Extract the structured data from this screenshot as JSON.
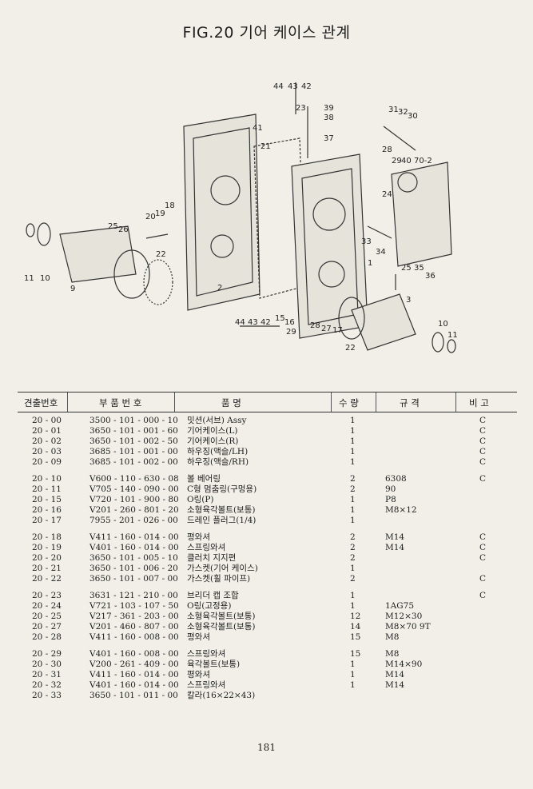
{
  "title": "FIG.20 기어 케이스 관계",
  "page_number": "181",
  "table": {
    "headers": {
      "no": "견출번호",
      "part_no": "부 품 번 호",
      "name": "품 명",
      "qty": "수 량",
      "spec": "규 격",
      "remark": "비 고"
    },
    "groups": [
      [
        {
          "no": "20 - 00",
          "part_no": "3500 - 101 - 000 - 10",
          "name": "밋션(서브) Assy",
          "qty": "1",
          "spec": "",
          "remark": "C"
        },
        {
          "no": "20 - 01",
          "part_no": "3650 - 101 - 001 - 60",
          "name": "기어케이스(L)",
          "qty": "1",
          "spec": "",
          "remark": "C"
        },
        {
          "no": "20 - 02",
          "part_no": "3650 - 101 - 002 - 50",
          "name": "기어케이스(R)",
          "qty": "1",
          "spec": "",
          "remark": "C"
        },
        {
          "no": "20 - 03",
          "part_no": "3685 - 101 - 001 - 00",
          "name": "하우징(액슬/LH)",
          "qty": "1",
          "spec": "",
          "remark": "C"
        },
        {
          "no": "20 - 09",
          "part_no": "3685 - 101 - 002 - 00",
          "name": "하우징(액슬/RH)",
          "qty": "1",
          "spec": "",
          "remark": "C"
        }
      ],
      [
        {
          "no": "20 - 10",
          "part_no": "V600 - 110 - 630 - 08",
          "name": "볼 베어링",
          "qty": "2",
          "spec": "6308",
          "remark": "C"
        },
        {
          "no": "20 - 11",
          "part_no": "V705 - 140 - 090 - 00",
          "name": "C형 멈춤링(구멍용)",
          "qty": "2",
          "spec": "90",
          "remark": ""
        },
        {
          "no": "20 - 15",
          "part_no": "V720 - 101 - 900 - 80",
          "name": "O링(P)",
          "qty": "1",
          "spec": "P8",
          "remark": ""
        },
        {
          "no": "20 - 16",
          "part_no": "V201 - 260 - 801 - 20",
          "name": "소형육각볼트(보통)",
          "qty": "1",
          "spec": "M8×12",
          "remark": ""
        },
        {
          "no": "20 - 17",
          "part_no": "7955 - 201 - 026 - 00",
          "name": "드레인 플러그(1/4)",
          "qty": "1",
          "spec": "",
          "remark": ""
        }
      ],
      [
        {
          "no": "20 - 18",
          "part_no": "V411 - 160 - 014 - 00",
          "name": "평와셔",
          "qty": "2",
          "spec": "M14",
          "remark": "C"
        },
        {
          "no": "20 - 19",
          "part_no": "V401 - 160 - 014 - 00",
          "name": "스프링와셔",
          "qty": "2",
          "spec": "M14",
          "remark": "C"
        },
        {
          "no": "20 - 20",
          "part_no": "3650 - 101 - 005 - 10",
          "name": "클러치 지지편",
          "qty": "2",
          "spec": "",
          "remark": "C"
        },
        {
          "no": "20 - 21",
          "part_no": "3650 - 101 - 006 - 20",
          "name": "가스켓(기어 케이스)",
          "qty": "1",
          "spec": "",
          "remark": ""
        },
        {
          "no": "20 - 22",
          "part_no": "3650 - 101 - 007 - 00",
          "name": "가스켓(휠 파이프)",
          "qty": "2",
          "spec": "",
          "remark": "C"
        }
      ],
      [
        {
          "no": "20 - 23",
          "part_no": "3631 - 121 - 210 - 00",
          "name": "브리더 캡 조합",
          "qty": "1",
          "spec": "",
          "remark": "C"
        },
        {
          "no": "20 - 24",
          "part_no": "V721 - 103 - 107 - 50",
          "name": "O링(고정용)",
          "qty": "1",
          "spec": "1AG75",
          "remark": ""
        },
        {
          "no": "20 - 25",
          "part_no": "V217 - 361 - 203 - 00",
          "name": "소형육각볼트(보통)",
          "qty": "12",
          "spec": "M12×30",
          "remark": ""
        },
        {
          "no": "20 - 27",
          "part_no": "V201 - 460 - 807 - 00",
          "name": "소형육각볼트(보통)",
          "qty": "14",
          "spec": "M8×70 9T",
          "remark": ""
        },
        {
          "no": "20 - 28",
          "part_no": "V411 - 160 - 008 - 00",
          "name": "평와셔",
          "qty": "15",
          "spec": "M8",
          "remark": ""
        }
      ],
      [
        {
          "no": "20 - 29",
          "part_no": "V401 - 160 - 008 - 00",
          "name": "스프링와셔",
          "qty": "15",
          "spec": "M8",
          "remark": ""
        },
        {
          "no": "20 - 30",
          "part_no": "V200 - 261 - 409 - 00",
          "name": "육각볼트(보통)",
          "qty": "1",
          "spec": "M14×90",
          "remark": ""
        },
        {
          "no": "20 - 31",
          "part_no": "V411 - 160 - 014 - 00",
          "name": "평와셔",
          "qty": "1",
          "spec": "M14",
          "remark": ""
        },
        {
          "no": "20 - 32",
          "part_no": "V401 - 160 - 014 - 00",
          "name": "스프링와셔",
          "qty": "1",
          "spec": "M14",
          "remark": ""
        },
        {
          "no": "20 - 33",
          "part_no": "3650 - 101 - 011 - 00",
          "name": "칼라(16×22×43)",
          "qty": "",
          "spec": "",
          "remark": ""
        }
      ]
    ]
  },
  "diagram_callouts": [
    "1",
    "2",
    "3",
    "9",
    "10",
    "11",
    "15",
    "16",
    "17",
    "18",
    "19",
    "20",
    "21",
    "22",
    "23",
    "24",
    "25",
    "26",
    "27",
    "28",
    "29",
    "30",
    "31",
    "32",
    "33",
    "34",
    "35",
    "36",
    "37",
    "38",
    "39",
    "40",
    "41",
    "42",
    "43",
    "44",
    "70-2"
  ]
}
